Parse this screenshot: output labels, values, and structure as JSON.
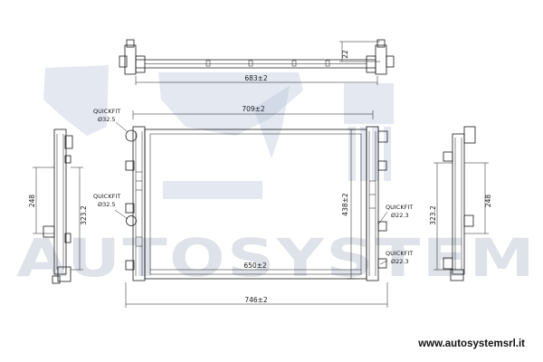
{
  "watermark": {
    "text": "AUTOSYSTEM"
  },
  "website": "www.autosystemsrl.it",
  "dimensions": {
    "top_bar_length": "683±2",
    "top_bar_height": "22",
    "core_top_width": "709±2",
    "core_bottom_width": "650±2",
    "overall_width": "746±2",
    "core_height": "438±2",
    "left_side_inner": "248",
    "left_side_outer": "323.2",
    "right_side_inner": "248",
    "right_side_outer": "323.2"
  },
  "labels": {
    "quickfit_word": "QUICKFIT",
    "left_upper": "Ø32.5",
    "left_lower": "Ø32.5",
    "right_upper": "Ø22.3",
    "right_lower": "Ø22.3"
  }
}
